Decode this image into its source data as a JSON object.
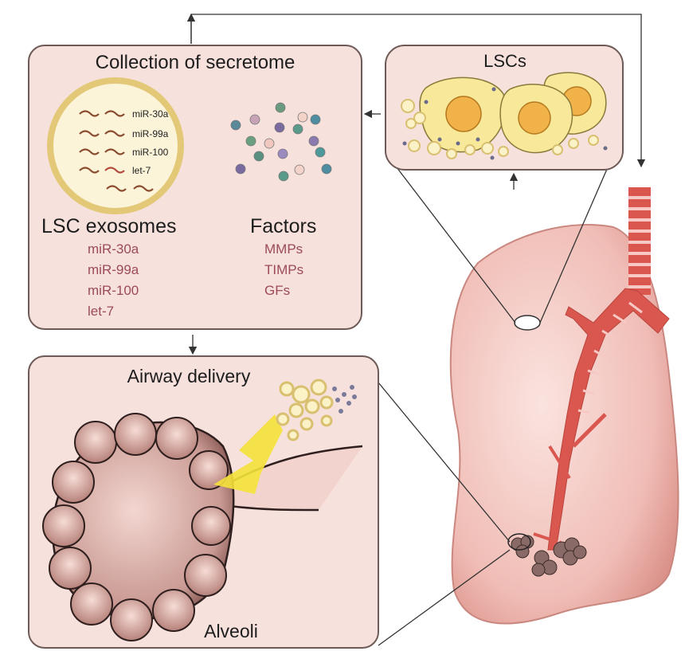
{
  "secretome_box": {
    "title": "Collection of secretome",
    "exosome_panel": {
      "heading": "LSC exosomes",
      "vesicle_mirna": [
        "miR-30a",
        "miR-99a",
        "miR-100",
        "let-7"
      ],
      "mirna_list": [
        "miR-30a",
        "miR-99a",
        "miR-100",
        "let-7"
      ]
    },
    "factors_panel": {
      "heading": "Factors",
      "items": [
        "MMPs",
        "TIMPs",
        "GFs"
      ]
    }
  },
  "lsc_box": {
    "title": "LSCs"
  },
  "delivery_box": {
    "title": "Airway delivery",
    "alveoli_label": "Alveoli"
  },
  "colors": {
    "panel_fill": "#f6e1dc",
    "panel_stroke": "#6e5a57",
    "mirna_text": "#9b4a5a",
    "exosome_yellow": "#f7e48a",
    "lung_pink": "#f2c6c0",
    "airway_red": "#d9574f",
    "arrow_yellow": "#f5e23a"
  }
}
